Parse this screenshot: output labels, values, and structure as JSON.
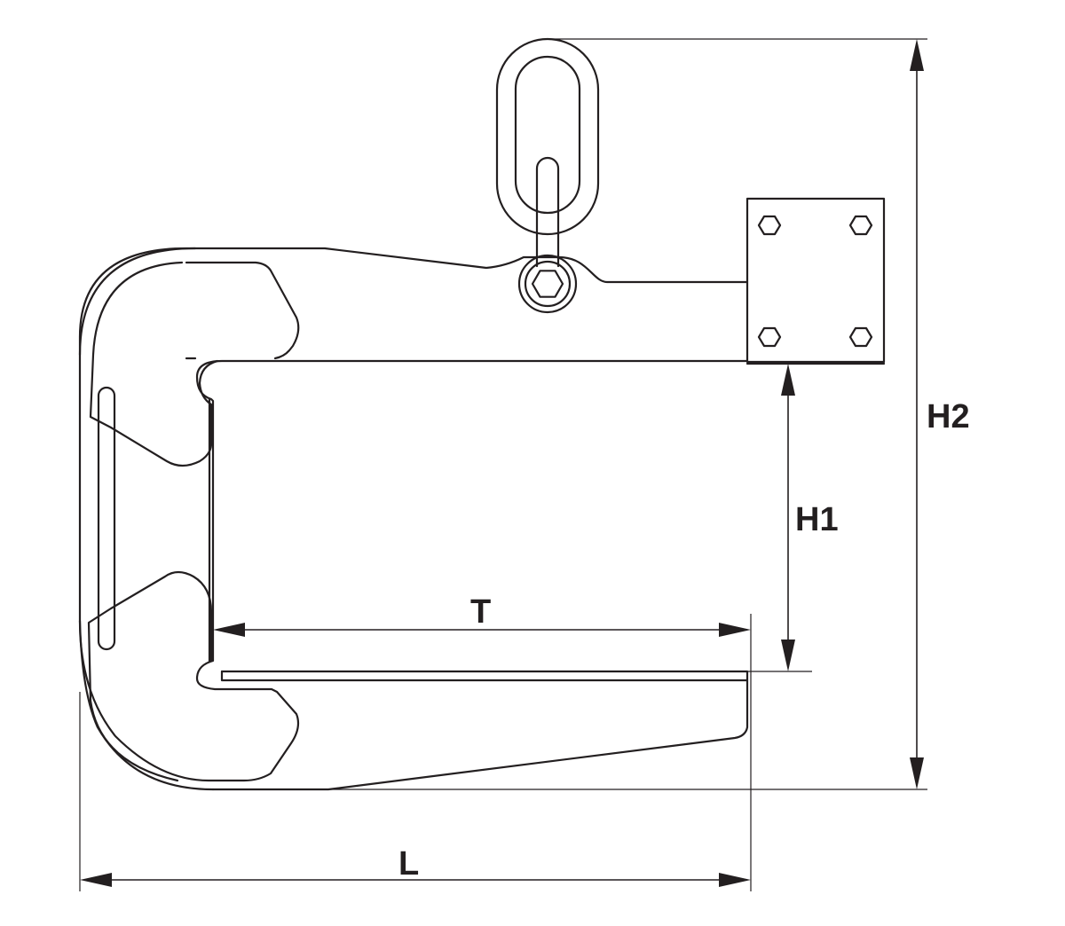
{
  "labels": {
    "h2": "H2",
    "h1": "H1",
    "t": "T",
    "l": "L"
  },
  "colors": {
    "stroke": "#231f20",
    "background": "#ffffff"
  }
}
